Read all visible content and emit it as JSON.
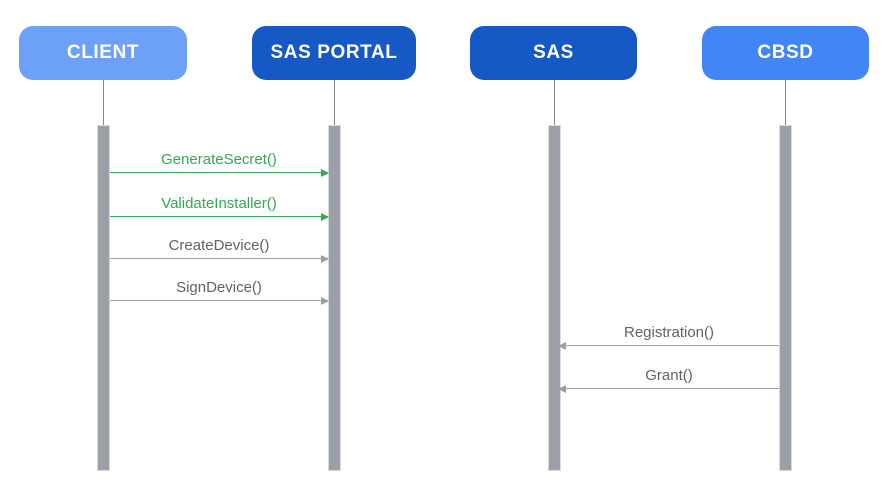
{
  "diagram": {
    "type": "sequence",
    "actors": [
      {
        "id": "client",
        "label": "CLIENT",
        "color": "#6DA1F7"
      },
      {
        "id": "sas-portal",
        "label": "SAS PORTAL",
        "color": "#1759C4"
      },
      {
        "id": "sas",
        "label": "SAS",
        "color": "#1759C4"
      },
      {
        "id": "cbsd",
        "label": "CBSD",
        "color": "#4285F4"
      }
    ],
    "messages": [
      {
        "label": "GenerateSecret()",
        "from": "CLIENT",
        "to": "SAS PORTAL",
        "direction": "right",
        "text_color": "#34A853",
        "line_color": "#34A853"
      },
      {
        "label": "ValidateInstaller()",
        "from": "CLIENT",
        "to": "SAS PORTAL",
        "direction": "right",
        "text_color": "#34A853",
        "line_color": "#34A853"
      },
      {
        "label": "CreateDevice()",
        "from": "CLIENT",
        "to": "SAS PORTAL",
        "direction": "right",
        "text_color": "#5F6368",
        "line_color": "#9AA0A6"
      },
      {
        "label": "SignDevice()",
        "from": "CLIENT",
        "to": "SAS PORTAL",
        "direction": "right",
        "text_color": "#5F6368",
        "line_color": "#9AA0A6"
      },
      {
        "label": "Registration()",
        "from": "CBSD",
        "to": "SAS",
        "direction": "left",
        "text_color": "#5F6368",
        "line_color": "#9AA0A6"
      },
      {
        "label": "Grant()",
        "from": "CBSD",
        "to": "SAS",
        "direction": "left",
        "text_color": "#5F6368",
        "line_color": "#9AA0A6"
      }
    ],
    "colors": {
      "background": "#FFFFFF",
      "lifeline_stem": "#80868B",
      "activation_bar": "#9AA0A6"
    }
  }
}
